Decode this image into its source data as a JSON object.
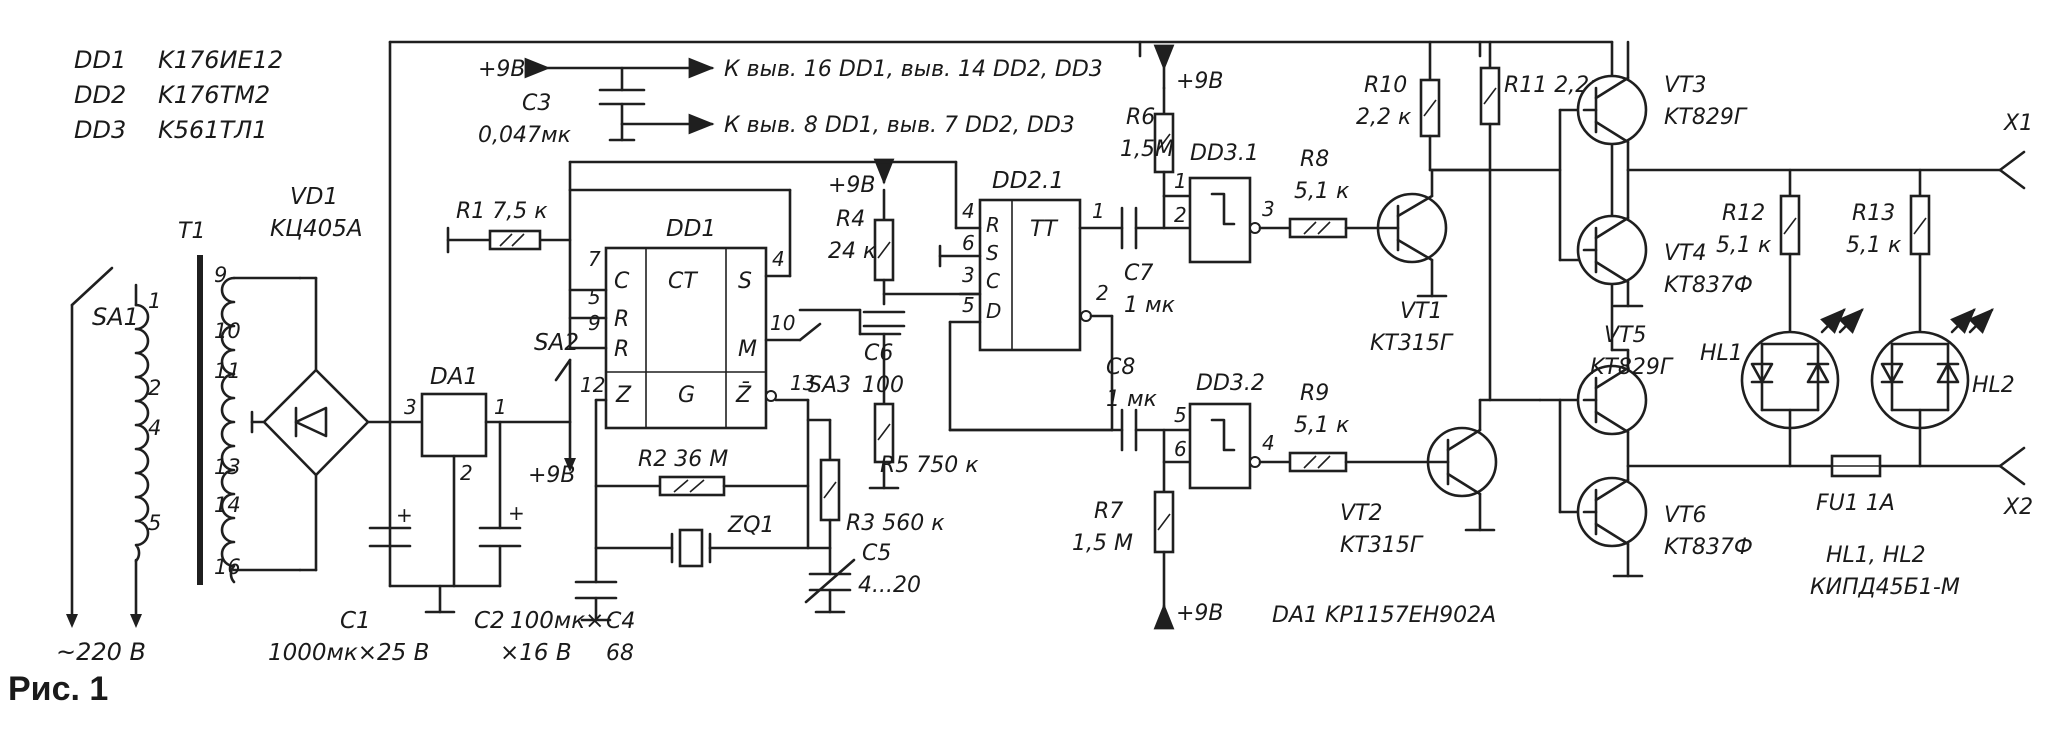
{
  "figure_label": "Рис. 1",
  "ic_list": [
    {
      "ref": "DD1",
      "part": "K176ИЕ12"
    },
    {
      "ref": "DD2",
      "part": "K176TM2"
    },
    {
      "ref": "DD3",
      "part": "K561TЛ1"
    }
  ],
  "mains": "~220 B",
  "switches": {
    "sa1": "SA1",
    "sa2": "SA2",
    "sa3": "SA3"
  },
  "transformer": {
    "ref": "T1",
    "pins": [
      "1",
      "2",
      "4",
      "5",
      "9",
      "10",
      "11",
      "13",
      "14",
      "16"
    ]
  },
  "bridge": {
    "ref": "VD1",
    "part": "KЦ405A"
  },
  "regulator": {
    "ref": "DA1",
    "pin_in": "3",
    "pin_out": "1",
    "pin_gnd": "2",
    "note": "DA1   KP1157EH902A"
  },
  "supply": "+9B",
  "c1": {
    "ref": "C1",
    "value": "1000мк×25 B"
  },
  "c2": {
    "ref": "C2",
    "value": "100мк×",
    "value2": "×16 B"
  },
  "c3": {
    "ref": "C3",
    "value": "0,047мк"
  },
  "power_notes": [
    "К выв. 16 DD1, выв. 14 DD2, DD3",
    "К выв. 8 DD1, выв. 7 DD2, DD3"
  ],
  "r1": "R1  7,5 к",
  "dd1": {
    "ref": "DD1",
    "c": "C",
    "r": "R",
    "ct": "CT",
    "s": "S",
    "m": "M",
    "z": "Z",
    "g": "G",
    "zbar": "Z̄",
    "pins": {
      "p7": "7",
      "p5": "5",
      "p9": "9",
      "p4": "4",
      "p10": "10",
      "p12": "12",
      "p13": "13"
    }
  },
  "r2": "R2  36 M",
  "r3": "R3  560 к",
  "zq1": "ZQ1",
  "c4": {
    "ref": "C4",
    "value": "68"
  },
  "c5": {
    "ref": "C5",
    "value": "4...20"
  },
  "r4": {
    "ref": "R4",
    "value": "24 к"
  },
  "c6": {
    "ref": "C6",
    "value": "100"
  },
  "r5": "R5  750 к",
  "dd2": {
    "ref": "DD2.1",
    "tt": "TT",
    "r": "R",
    "s": "S",
    "c": "C",
    "d": "D",
    "pins": {
      "p4": "4",
      "p6": "6",
      "p3": "3",
      "p5": "5",
      "p1": "1",
      "p2": "2"
    }
  },
  "r6": {
    "ref": "R6",
    "value": "1,5M"
  },
  "c7": {
    "ref": "C7",
    "value": "1 мк"
  },
  "c8": {
    "ref": "C8",
    "value": "1 мк"
  },
  "r7": {
    "ref": "R7",
    "value": "1,5 M"
  },
  "dd3_1": {
    "ref": "DD3.1",
    "pins": [
      "1",
      "2",
      "3"
    ]
  },
  "dd3_2": {
    "ref": "DD3.2",
    "pins": [
      "5",
      "6",
      "4"
    ]
  },
  "r8": {
    "ref": "R8",
    "value": "5,1 к"
  },
  "r9": {
    "ref": "R9",
    "value": "5,1 к"
  },
  "vt1": {
    "ref": "VT1",
    "part": "KT315Г"
  },
  "vt2": {
    "ref": "VT2",
    "part": "KT315Г"
  },
  "r10": {
    "ref": "R10",
    "value": "2,2 к"
  },
  "r11": "R11  2,2к",
  "vt3": {
    "ref": "VT3",
    "part": "KT829Г"
  },
  "vt4": {
    "ref": "VT4",
    "part": "KT837Ф"
  },
  "vt5": {
    "ref": "VT5",
    "part": "KT829Г"
  },
  "vt6": {
    "ref": "VT6",
    "part": "KT837Ф"
  },
  "r12": {
    "ref": "R12",
    "value": "5,1 к"
  },
  "r13": {
    "ref": "R13",
    "value": "5,1 к"
  },
  "hl": {
    "hl1": "HL1",
    "hl2": "HL2",
    "note": "HL1, HL2",
    "part": "КИПД45Б1-M"
  },
  "fuse": "FU1  1A",
  "outputs": {
    "x1": "X1",
    "x2": "X2"
  }
}
